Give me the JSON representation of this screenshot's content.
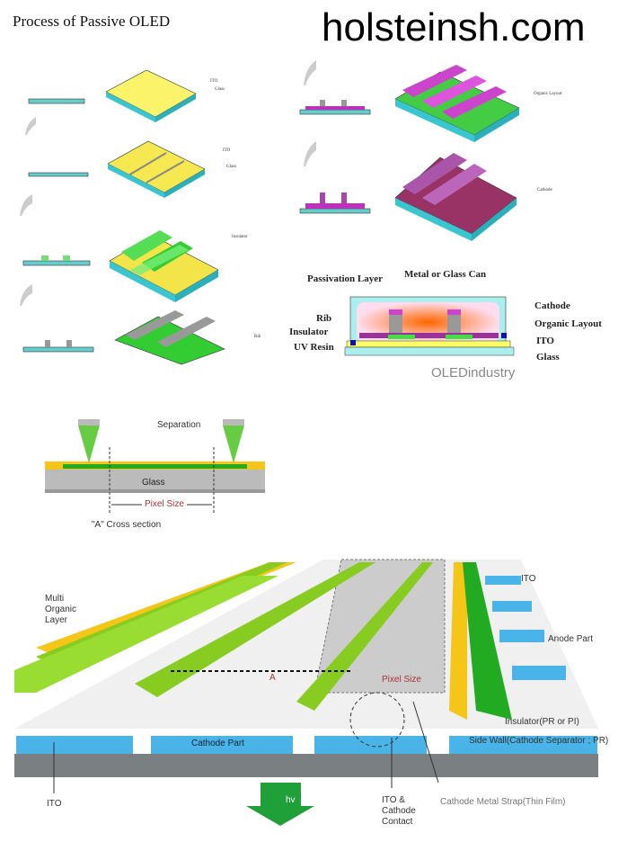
{
  "title": "Process of Passive OLED",
  "steps_left": [
    {
      "labels": [
        "ITO",
        "Glass"
      ]
    },
    {
      "labels": [
        "ITO",
        "Glass"
      ]
    },
    {
      "labels": [
        "Insulator"
      ]
    },
    {
      "labels": [
        "Rib"
      ]
    }
  ],
  "steps_right": [
    {
      "labels": [
        "Organic Layout"
      ]
    },
    {
      "labels": [
        "Cathode"
      ]
    }
  ],
  "encapsulation": {
    "passivation": "Passivation Layer",
    "can": "Metal or Glass Can",
    "rib": "Rib",
    "insulator": "Insulator",
    "uv": "UV Resin",
    "cathode": "Cathode",
    "organic": "Organic Layout",
    "ito": "ITO",
    "glass": "Glass",
    "watermark": "OLEDindustry"
  },
  "cross_section": {
    "separation": "Separation",
    "glass": "Glass",
    "pixel": "Pixel Size",
    "caption": "\"A\" Cross section"
  },
  "perspective": {
    "multi": [
      "Multi",
      "Organic",
      "Layer"
    ],
    "ito_top": "ITO",
    "anode": "Anode Part",
    "a": "A",
    "pixel": "Pixel Size",
    "insulator": "Insulator(PR or PI)",
    "sidewall": "Side Wall(Cathode Separator ; PR)",
    "cathode_part": "Cathode Part",
    "ito_bottom": "ITO",
    "hv": "hv",
    "contact": [
      "ITO &",
      "Cathode",
      "Contact"
    ],
    "strap": "Cathode Metal Strap(Thin Film)"
  },
  "watermark": "holsteinsh.com"
}
